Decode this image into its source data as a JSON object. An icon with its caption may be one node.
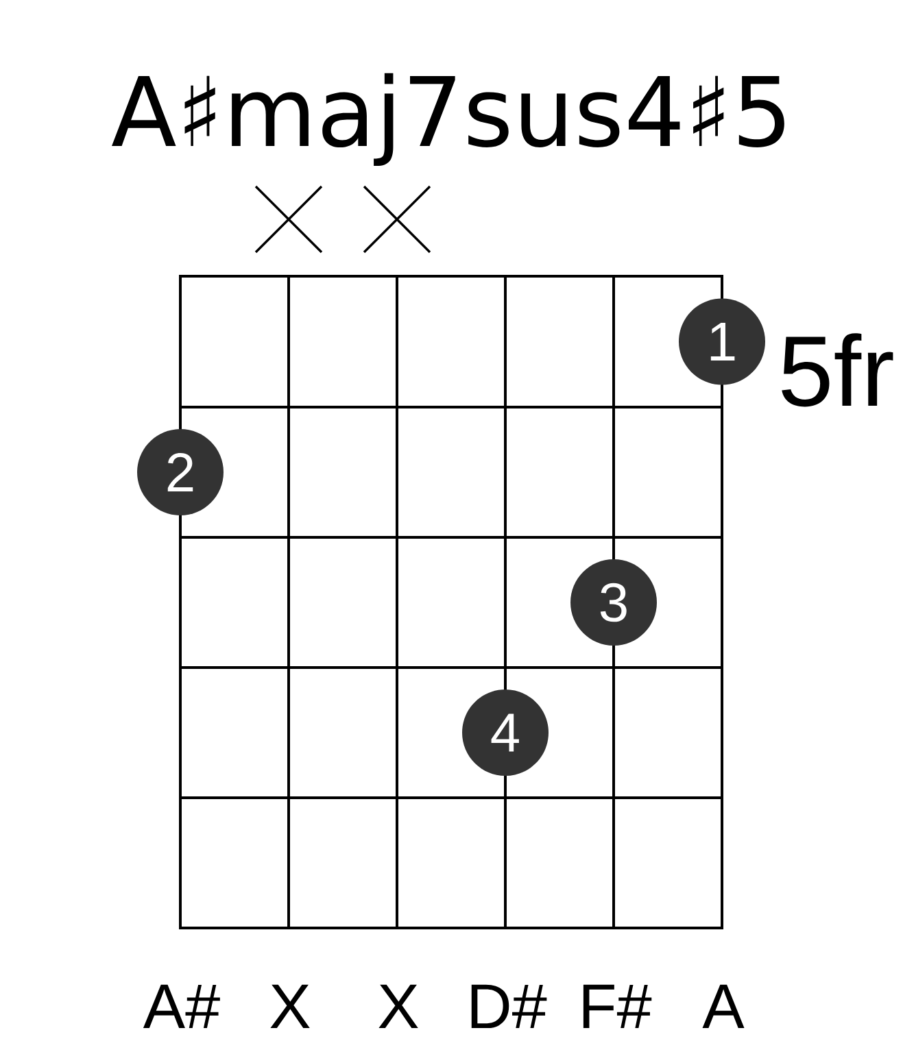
{
  "diagram": {
    "title": "A♯maj7sus4♯5",
    "nodes": [
      {
        "text": [
          "1"
        ]
      },
      {
        "text": [
          "2"
        ]
      },
      {
        "text": [
          "3"
        ]
      },
      {
        "text": [
          "4"
        ]
      }
    ],
    "labels": [
      "5fr",
      "A#",
      "X",
      "X",
      "D#",
      "F#",
      "A"
    ]
  }
}
